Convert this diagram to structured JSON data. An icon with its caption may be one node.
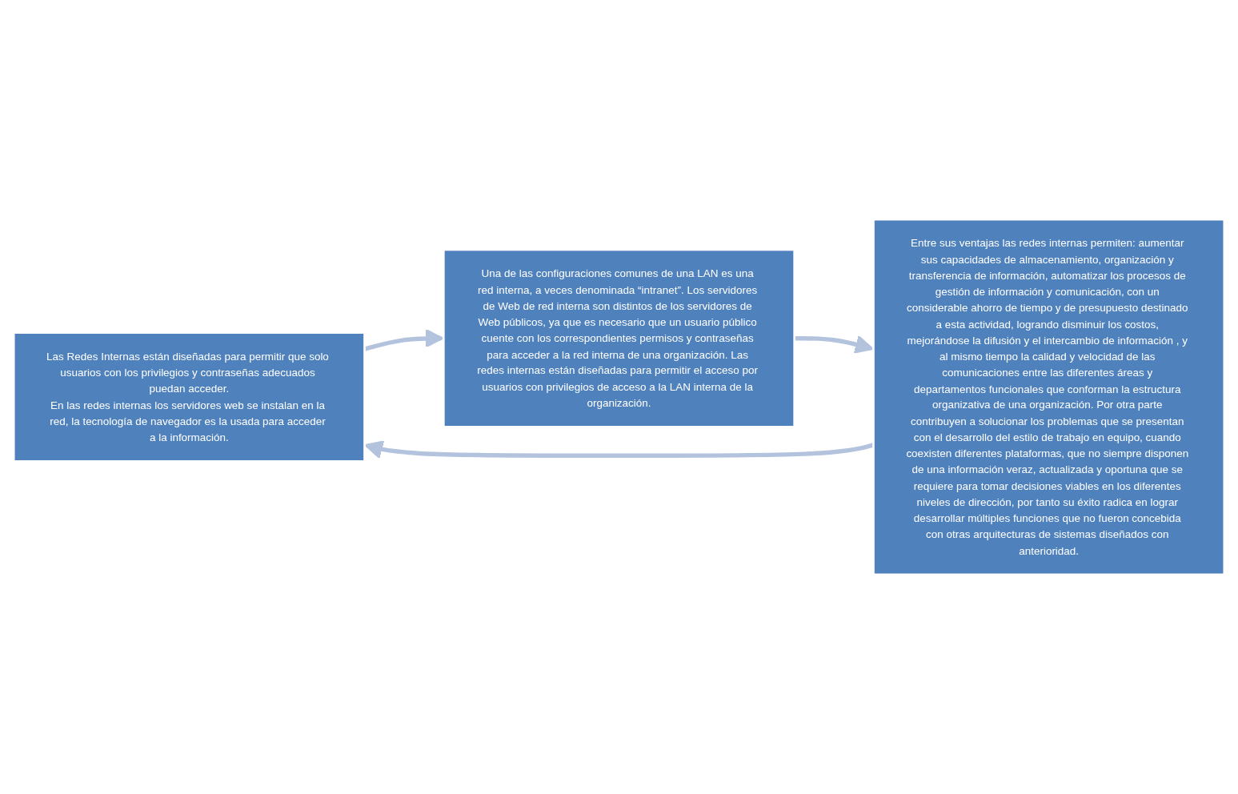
{
  "diagram": {
    "nodes": [
      {
        "text": [
          "Las Redes Internas están diseñadas para permitir que solo usuarios con los privilegios y contraseñas adecuados puedan acceder.",
          "En las redes internas los servidores web se instalan en la red, la tecnología de navegador es la usada para acceder a la información."
        ]
      },
      {
        "text": [
          "Una de las configuraciones comunes de una LAN es una red interna, a veces denominada “intranet”. Los servidores de Web de red interna son distintos de los servidores de Web públicos, ya que es necesario que un usuario público cuente con los correspondientes permisos y contraseñas para acceder a la red interna de una organización. Las redes internas están diseñadas para permitir el acceso por usuarios con privilegios de acceso a la LAN interna de la organización."
        ]
      },
      {
        "text": [
          "Entre sus ventajas las redes internas permiten: aumentar sus capacidades de almacenamiento, organización y transferencia de información, automatizar los procesos de gestión de información y comunicación, con un considerable ahorro de tiempo y de presupuesto destinado a esta actividad, logrando disminuir los costos, mejorándose la difusión y el intercambio de información , y al mismo tiempo la calidad y velocidad de las comunicaciones entre las diferentes áreas y departamentos funcionales que conforman la estructura organizativa de una organización. Por otra parte contribuyen a solucionar los problemas que se presentan con el desarrollo del estilo de trabajo en equipo, cuando coexisten diferentes plataformas, que no siempre disponen de una información veraz, actualizada y oportuna que se requiere para tomar decisiones viables en los diferentes niveles de dirección, por tanto su éxito radica en lograr desarrollar múltiples funciones que no fueron concebida con otras arquitecturas de sistemas diseñados con anterioridad."
        ]
      }
    ],
    "edges": [
      {
        "from": 0,
        "to": 1,
        "arrow": "to"
      },
      {
        "from": 1,
        "to": 2,
        "arrow": "to"
      },
      {
        "from": 2,
        "to": 0,
        "arrow": "to"
      }
    ]
  }
}
